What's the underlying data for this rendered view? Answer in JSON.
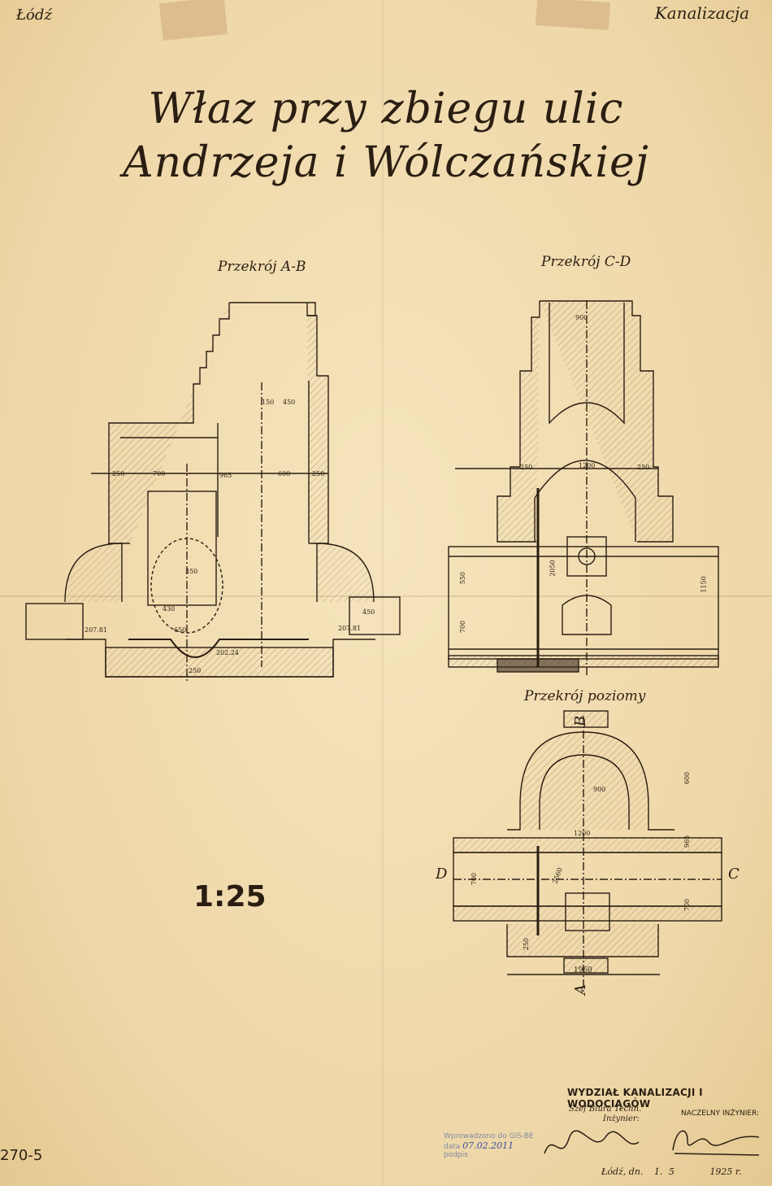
{
  "header": {
    "city": "Łódź",
    "subject": "Kanalizacja"
  },
  "title": {
    "line1": "Właz przy zbiegu ulic",
    "line2": "Andrzeja i Wólczańskiej"
  },
  "sections": {
    "ab": "Przekrój A-B",
    "cd": "Przekrój C-D",
    "horizontal": "Przekrój poziomy"
  },
  "dimensions": {
    "ab": [
      "250",
      "700",
      "965",
      "600",
      "250",
      "150",
      "450",
      "207.81",
      "207.81",
      "430",
      "650",
      "202.24",
      "350",
      "450",
      "250"
    ],
    "cd": [
      "900",
      "250",
      "1200",
      "250",
      "550",
      "700",
      "2050",
      "1150"
    ],
    "horizontal": [
      "900",
      "600",
      "1200",
      "965",
      "700",
      "700",
      "2560",
      "1960",
      "250"
    ]
  },
  "section_marks": [
    "A",
    "B",
    "C",
    "D"
  ],
  "scale": "1:25",
  "archive_number": "270-5",
  "footer": {
    "department": "WYDZIAŁ KANALIZACJI I WODOCIĄGÓW",
    "office_head_line1": "Szef Biura Techn.",
    "office_head_line2": "Inżynier:",
    "chief_engineer": "NACZELNY INŻYNIER:",
    "date_prefix": "Łódź, dn.",
    "date_day": "1.",
    "date_month": "5",
    "date_year": "1925 r."
  },
  "stamp": {
    "entered": "Wprowadzono do GIS-BE",
    "date_label": "data",
    "date_value": "07.02.2011",
    "signature_label": "podpis"
  },
  "colors": {
    "paper": "#f1dcb0",
    "ink": "#2a1e12",
    "stamp_ink": "#3d4f9c"
  }
}
